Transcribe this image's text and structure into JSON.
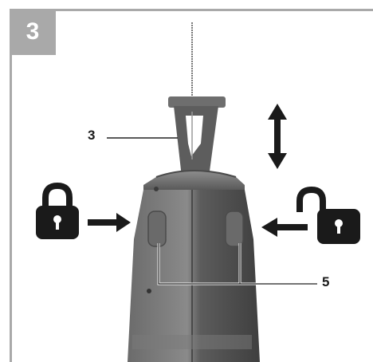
{
  "figure": {
    "number": "3"
  },
  "callouts": {
    "blade_release_label": "3",
    "lock_lever_label": "5"
  },
  "icons": {
    "locked": "padlock-closed-icon",
    "unlocked": "padlock-open-icon",
    "up_down_arrow": "up-down-arrow-icon",
    "arrow_right": "arrow-right-icon",
    "arrow_left": "arrow-left-icon"
  },
  "colors": {
    "frame": "#a9a9a9",
    "tool_body": "#5a5a5a",
    "tool_dark": "#3e3e3e",
    "icon": "#1a1a1a"
  }
}
